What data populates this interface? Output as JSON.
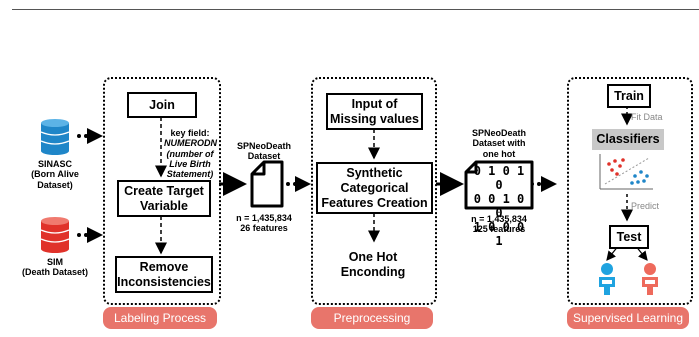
{
  "sources": {
    "sinasc": {
      "line1": "SINASC",
      "line2": "(Born Alive",
      "line3": "Dataset)"
    },
    "sim": {
      "line1": "SIM",
      "line2": "(Death Dataset)"
    }
  },
  "labeling": {
    "join": "Join",
    "key_field": {
      "line1": "key field:",
      "line2": "NUMERODN",
      "line3": "(number of",
      "line4": "Live Birth",
      "line5": "Statement)"
    },
    "target_line1": "Create Target",
    "target_line2": "Variable",
    "remove_line1": "Remove",
    "remove_line2": "Inconsistencies",
    "label": "Labeling Process"
  },
  "dataset1": {
    "title1": "SPNeoDeath",
    "title2": "Dataset",
    "n": "n = 1,435,834",
    "features": "26 features"
  },
  "preprocessing": {
    "input_line1": "Input of",
    "input_line2": "Missing values",
    "synthetic_line1": "Synthetic",
    "synthetic_line2": "Categorical",
    "synthetic_line3": "Features Creation",
    "onehot_line1": "One Hot",
    "onehot_line2": "Enconding",
    "label": "Preprocessing"
  },
  "dataset2": {
    "title1": "SPNeoDeath",
    "title2": "Dataset with",
    "title3": "one hot enconding",
    "matrix": [
      "0 1 0 1 0",
      "0 0 1 0 0",
      "1 0 0 0 1"
    ],
    "n": "n = 1,435,834",
    "features": "125 features"
  },
  "supervised": {
    "train": "Train",
    "fit_data": "Fit Data",
    "classifiers": "Classifiers",
    "predict": "Predict",
    "test": "Test",
    "label": "Supervised Learning"
  },
  "colors": {
    "accent": "#e8756b",
    "db_blue": "#1f86c8",
    "db_red": "#e0322a",
    "baby_blue": "#1fa3e0",
    "baby_red": "#ee6a5c",
    "classifier_bg": "#c8c8c8"
  }
}
